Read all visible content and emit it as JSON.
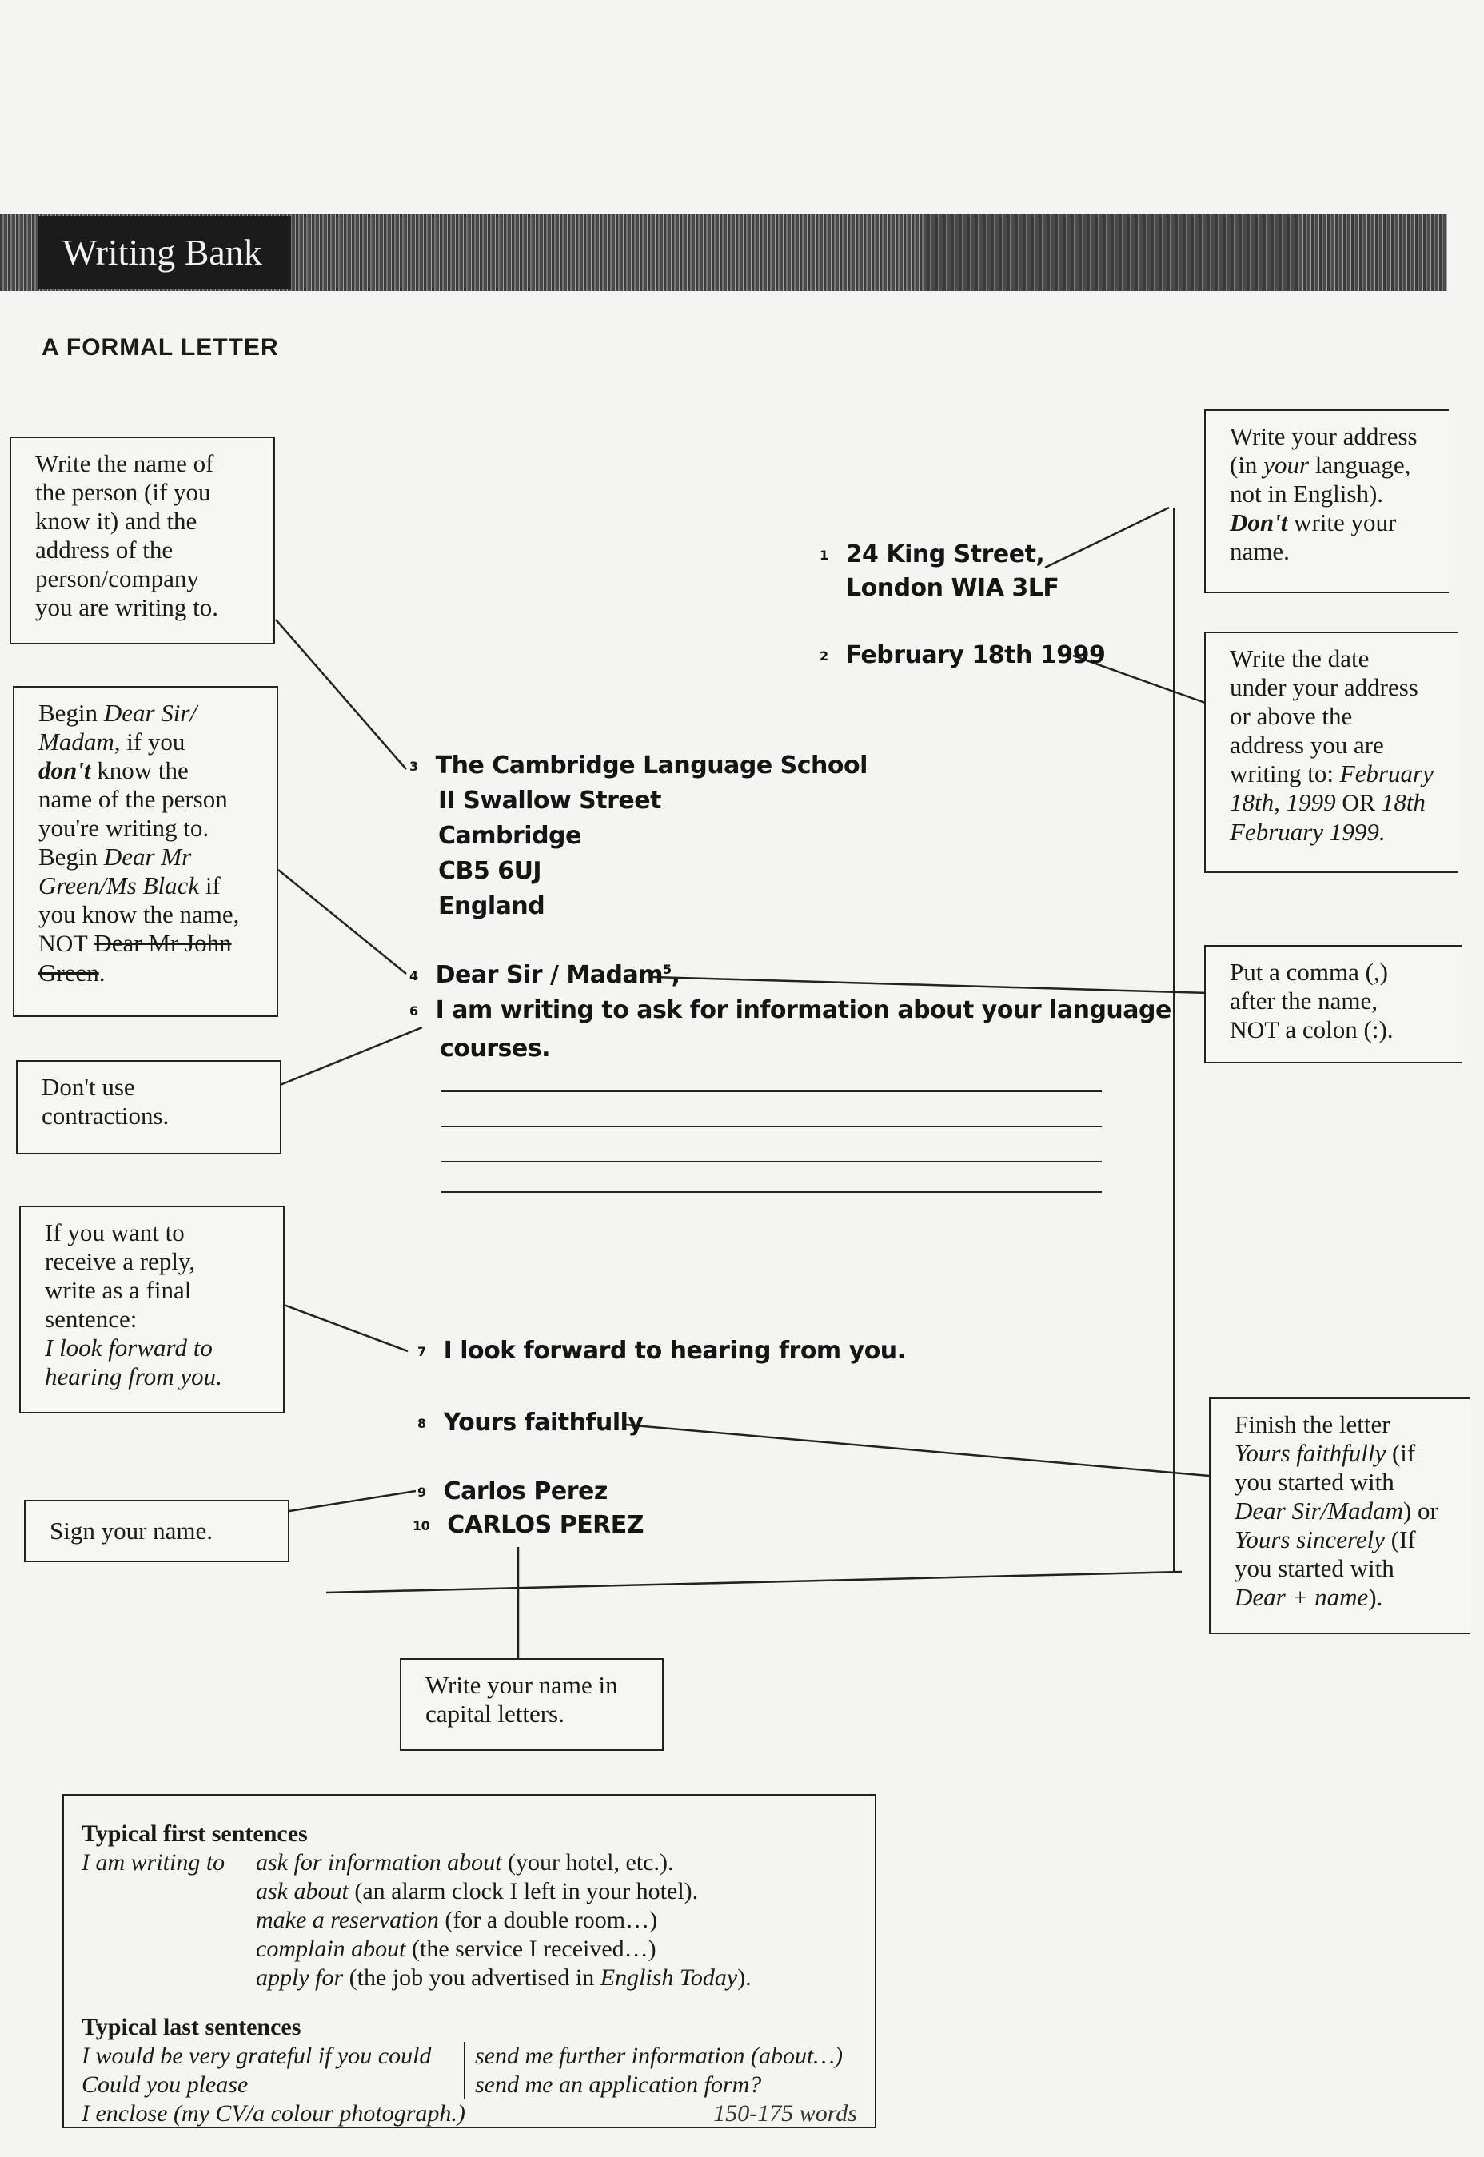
{
  "banner": {
    "label": "Writing Bank"
  },
  "section_title": "A FORMAL LETTER",
  "letter": {
    "address_line1": "24 King Street,",
    "address_line2": "London WIA 3LF",
    "date": "February 18th 1999",
    "recipient_lines": [
      "The Cambridge Language School",
      "II Swallow Street",
      "Cambridge",
      "CB5 6UJ",
      "England"
    ],
    "greeting": "Dear Sir / Madam",
    "greeting_marker": "5",
    "greeting_comma": ",",
    "opening_line1": "I am writing to ask for information about your language",
    "opening_line2": "courses.",
    "closing_sentence": "I look forward to hearing from you.",
    "sign_off": "Yours faithfully",
    "signature": "Carlos Perez",
    "printed_name": "CARLOS PEREZ",
    "numbers": [
      "1",
      "2",
      "3",
      "4",
      "6",
      "7",
      "8",
      "9",
      "10"
    ]
  },
  "notes": {
    "recipient": [
      "Write the name of",
      "the person (if you",
      "know it) and the",
      "address of the",
      "person/company",
      "you are writing to."
    ],
    "begin_a": [
      "Begin",
      "Dear Sir/",
      "Madam",
      ", if you",
      "don't",
      "know the",
      "name of the person",
      "you're writing to.",
      "Begin",
      "Dear Mr",
      "Green/Ms Black",
      "if",
      "you know the name,",
      "NOT",
      "Dear Mr John",
      "Green",
      "."
    ],
    "contractions": [
      "Don't use",
      "contractions."
    ],
    "reply": [
      "If you want to",
      "receive a reply,",
      "write as a final",
      "sentence:",
      "I look forward to",
      "hearing from you."
    ],
    "sign": "Sign your name.",
    "capitals": [
      "Write your name in",
      "capital letters."
    ],
    "address": [
      "Write your address",
      "(in",
      "your",
      "language,",
      "not in English).",
      "Don't",
      "write your",
      "name."
    ],
    "date": [
      "Write the date",
      "under your address",
      "or above the",
      "address you are",
      "writing to:",
      "February",
      "18th, 1999",
      "OR",
      "18th",
      "February 1999."
    ],
    "comma": [
      "Put a comma (,)",
      "after the name,",
      "NOT",
      "a colon (:)."
    ],
    "finish": [
      "Finish the letter",
      "Yours faithfully",
      "(if",
      "you started with",
      "Dear Sir/Madam",
      ") or",
      "Yours sincerely",
      "(If",
      "you started with",
      "Dear + name",
      ")."
    ]
  },
  "phrases": {
    "first_heading": "Typical first sentences",
    "first_lead": "I am writing to",
    "first_items": [
      {
        "em": "ask for information about",
        "rest": " (your hotel, etc.)."
      },
      {
        "em": "ask about",
        "rest": " (an alarm clock I left in your hotel)."
      },
      {
        "em": "make a reservation",
        "rest": " (for a double room…)"
      },
      {
        "em": "complain about",
        "rest": " (the service I received…)"
      },
      {
        "em": "apply for",
        "rest": " (the job you advertised in ",
        "em2": "English Today",
        "rest2": ")."
      }
    ],
    "last_heading": "Typical last sentences",
    "last_left": [
      "I would be very grateful if you could",
      "Could you please",
      "I enclose (my CV/a colour photograph.)"
    ],
    "last_right": [
      "send me further information (about…)",
      "send me an application form?"
    ],
    "handwritten_note": "150-175 words"
  }
}
